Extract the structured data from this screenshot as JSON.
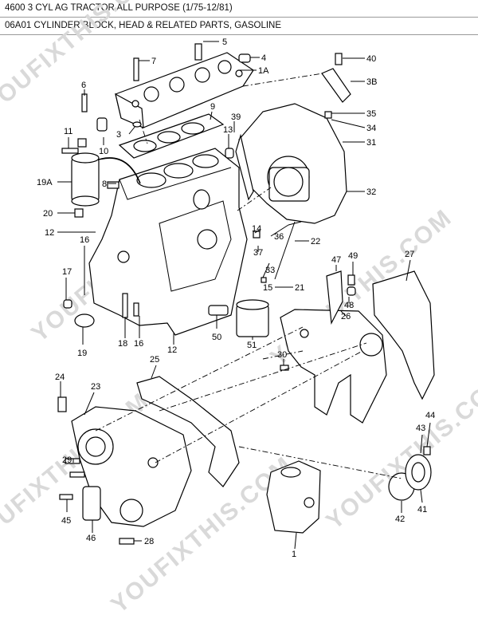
{
  "header": {
    "title": "4600 3 CYL AG TRACTOR ALL PURPOSE (1/75-12/81)",
    "subtitle": "06A01 CYLINDER BLOCK, HEAD & RELATED PARTS, GASOLINE"
  },
  "watermark": "YOUFIXTHIS.COM",
  "callouts": [
    "5",
    "7",
    "4",
    "1A",
    "40",
    "6",
    "3B",
    "9",
    "35",
    "34",
    "3",
    "13",
    "39",
    "31",
    "11",
    "10",
    "19A",
    "8",
    "32",
    "20",
    "12",
    "14",
    "36",
    "22",
    "16",
    "37",
    "47",
    "49",
    "27",
    "17",
    "33",
    "15",
    "21",
    "48",
    "50",
    "26",
    "18",
    "16",
    "12",
    "19",
    "51",
    "25",
    "30",
    "24",
    "23",
    "44",
    "43",
    "29",
    "45",
    "46",
    "28",
    "42",
    "41",
    "1"
  ]
}
